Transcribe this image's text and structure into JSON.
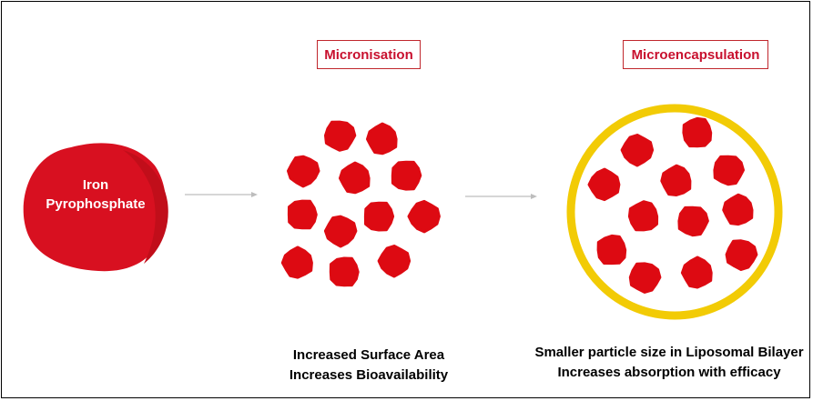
{
  "nodes": {
    "iron": {
      "line1": "Iron",
      "line2": "Pyrophosphate"
    },
    "micronisation": "Micronisation",
    "microencapsulation": "Microencapsulation"
  },
  "captions": {
    "micronisation": [
      "Increased Surface Area",
      "Increases Bioavailability"
    ],
    "microencapsulation": [
      "Smaller particle size in Liposomal Bilayer",
      "Increases absorption with efficacy"
    ]
  },
  "colors": {
    "particle": "#dd0a12",
    "blob": "#d81020",
    "blob_overlap": "#c10e1a",
    "bilayer_ring": "#f2cb05",
    "arrow": "#bdbdbd",
    "label_text": "#c8102e",
    "label_border": "#c0272d"
  }
}
